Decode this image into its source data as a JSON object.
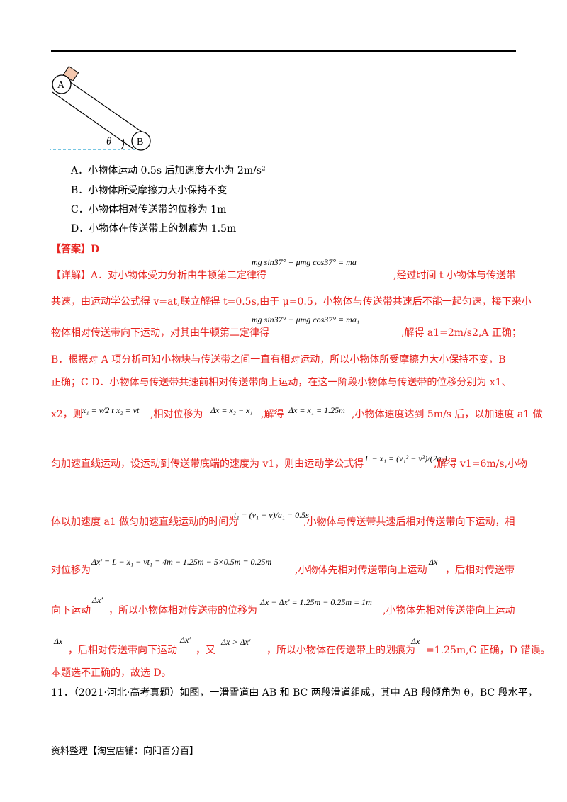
{
  "diagram": {
    "label_a": "A",
    "label_b": "B",
    "label_theta": "θ"
  },
  "options": [
    "A．小物体运动 0.5s 后加速度大小为 2m/s²",
    "B．小物体所受摩擦力大小保持不变",
    "C．小物体相对传送带的位移为 1m",
    "D．小物体在传送带上的划痕为 1.5m"
  ],
  "answer": "【答案】D",
  "explanation": {
    "l1a": "【详解】A．对小物体受力分析由牛顿第二定律得",
    "f1": "mg sin37° + μmg cos37° = ma",
    "l1b": ",经过时间 t 小物体与传送带",
    "l2": "共速，由运动学公式得 v=at,联立解得 t=0.5s,由于 μ=0.5，小物体与传送带共速后不能一起匀速，接下来小",
    "l3a": "物体相对传送带向下运动，对其由牛顿第二定律得",
    "f2": "mg sin37° − μmg cos37° = ma₁",
    "l3b": ",解得 a1=2m/s2,A 正确；",
    "l4": "B．根据对 A 项分析可知小物块与传送带之间一直有相对运动，所以小物体所受摩擦力大小保持不变，B",
    "l5": "正确；C D．小物体与传送带共速前相对传送带向上运动，在这一阶段小物体与传送带的位移分别为 x1、",
    "l6a": "x2，则",
    "f3": "x₁ = v/2 t",
    "f4": "x₂ = vt",
    "l6b": ",相对位移为",
    "f5": "Δx = x₂ − x₁",
    "l6c": ",解得",
    "f6": "Δx = x₁ = 1.25m",
    "l6d": ",小物体速度达到 5m/s 后，以加速度 a1 做",
    "l7a": "匀加速直线运动，设运动到传送带底端的速度为 v1，则由运动学公式得",
    "f7": "L − x₁ = (v₁² − v²)/(2a₁)",
    "l7b": ",解得 v1=6m/s,小物",
    "l8a": "体以加速度 a1 做匀加速直线运动的时间为",
    "f8": "t₁ = (v₁ − v)/a₁ = 0.5s",
    "l8b": ",小物体与传送带共速后相对传送带向下运动，相",
    "l9a": "对位移为",
    "f9": "Δx′ = L − x₁ − vt₁ = 4m − 1.25m − 5×0.5m = 0.25m",
    "l9b": ",小物体先相对传送带向上运动",
    "f10": "Δx",
    "l9c": "，后相对传送带",
    "l10a": "向下运动",
    "f11": "Δx′",
    "l10b": "，所以小物体相对传送带的位移为",
    "f12": "Δx − Δx′ = 1.25m − 0.25m = 1m",
    "l10c": ",小物体先相对传送带向上运动",
    "f13": "Δx",
    "l11a": "，后相对传送带向下运动",
    "f14": "Δx′",
    "l11b": "，又",
    "f15": "Δx > Δx′",
    "l11c": "，所以小物体在传送带上的划痕为",
    "f16": "Δx",
    "l11d": "=1.25m,C 正确，D 错误。",
    "l12": "本题选不正确的，故选 D。"
  },
  "question11": "11．（2021·河北·高考真题）如图，一滑雪道由 AB 和 BC 两段滑道组成，其中 AB 段倾角为 θ，BC 段水平，",
  "footer": "资料整理【淘宝店铺：向阳百分百】",
  "colors": {
    "answer_red": "#e8231f",
    "dashed_line": "#4ab3d8",
    "block_fill": "#f4c7ad"
  }
}
